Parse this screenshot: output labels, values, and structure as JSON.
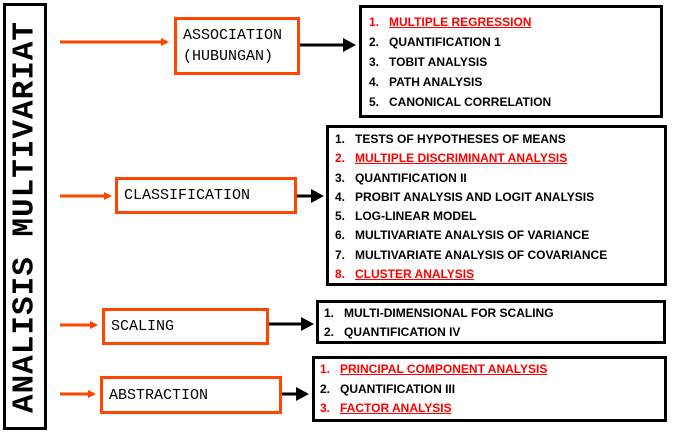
{
  "title": "ANALISIS MULTIVARIAT",
  "colors": {
    "accent": "#ff4500",
    "highlight": "#ff0000",
    "line": "#000000"
  },
  "groups": [
    {
      "label_lines": [
        "ASSOCIATION",
        "(HUBUNGAN)"
      ],
      "items": [
        {
          "num": "1.",
          "text": "MULTIPLE REGRESSION",
          "highlight": true
        },
        {
          "num": "2.",
          "text": "QUANTIFICATION 1",
          "highlight": false
        },
        {
          "num": "3.",
          "text": "TOBIT ANALYSIS",
          "highlight": false
        },
        {
          "num": "4.",
          "text": "PATH ANALYSIS",
          "highlight": false
        },
        {
          "num": "5.",
          "text": "CANONICAL CORRELATION",
          "highlight": false
        }
      ]
    },
    {
      "label_lines": [
        "CLASSIFICATION"
      ],
      "items": [
        {
          "num": "1.",
          "text": "TESTS OF HYPOTHESES OF MEANS",
          "highlight": false
        },
        {
          "num": "2.",
          "text": "MULTIPLE DISCRIMINANT ANALYSIS",
          "highlight": true
        },
        {
          "num": "3.",
          "text": "QUANTIFICATION II",
          "highlight": false
        },
        {
          "num": "4.",
          "text": "PROBIT ANALYSIS AND LOGIT ANALYSIS",
          "highlight": false
        },
        {
          "num": "5.",
          "text": "LOG-LINEAR MODEL",
          "highlight": false
        },
        {
          "num": "6.",
          "text": "MULTIVARIATE ANALYSIS OF VARIANCE",
          "highlight": false
        },
        {
          "num": "7.",
          "text": "MULTIVARIATE ANALYSIS OF COVARIANCE",
          "highlight": false
        },
        {
          "num": "8.",
          "text": "CLUSTER ANALYSIS",
          "highlight": true
        }
      ]
    },
    {
      "label_lines": [
        "SCALING"
      ],
      "items": [
        {
          "num": "1.",
          "text": "MULTI-DIMENSIONAL FOR SCALING",
          "highlight": false
        },
        {
          "num": "2.",
          "text": "QUANTIFICATION IV",
          "highlight": false
        }
      ]
    },
    {
      "label_lines": [
        "ABSTRACTION"
      ],
      "items": [
        {
          "num": "1.",
          "text": "PRINCIPAL COMPONENT ANALYSIS",
          "highlight": true
        },
        {
          "num": "2.",
          "text": "QUANTIFICATION III",
          "highlight": false
        },
        {
          "num": "3.",
          "text": "FACTOR ANALYSIS",
          "highlight": true
        }
      ]
    }
  ]
}
